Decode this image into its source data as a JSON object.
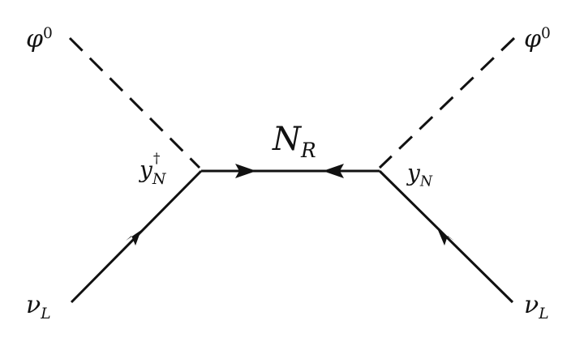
{
  "diagram": {
    "colors": {
      "line": "#111111",
      "background": "#ffffff"
    },
    "labels": {
      "phi_left": {
        "base": "φ",
        "sup": "0"
      },
      "phi_right": {
        "base": "φ",
        "sup": "0"
      },
      "mediator": {
        "base": "N",
        "sub": "R"
      },
      "coupling_left": {
        "base": "y",
        "sup": "†",
        "sub": "N"
      },
      "coupling_right": {
        "base": "y",
        "sub": "N"
      },
      "nu_left": {
        "base": "ν",
        "sub": "L"
      },
      "nu_right": {
        "base": "ν",
        "sub": "L"
      }
    }
  }
}
